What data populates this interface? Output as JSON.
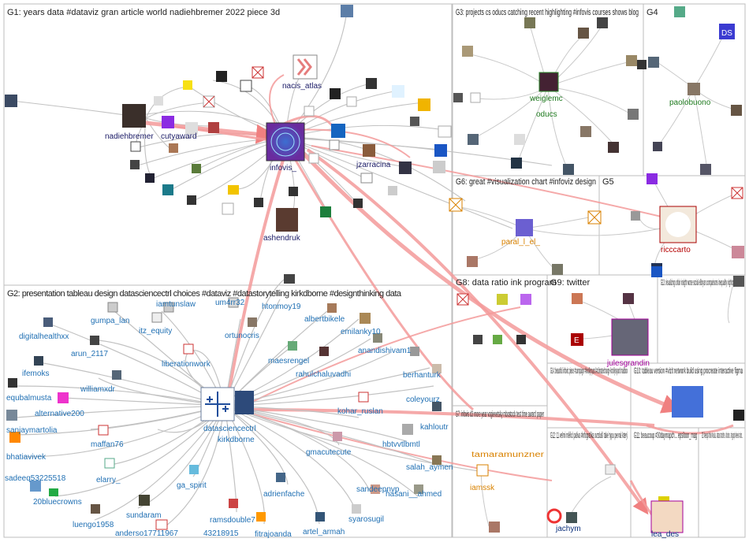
{
  "groups": [
    {
      "id": "G1",
      "header": "G1: years data #dataviz gran article world nadiehbremer 2022 piece 3d"
    },
    {
      "id": "G2",
      "header": "G2: presentation tableau design datasciencectrl choices #dataviz #datastorytelling kirkdborne #designthinking data"
    },
    {
      "id": "G3",
      "header": "G3: projects cs oducs catching recent highlighting #infovis courses shows blog"
    },
    {
      "id": "G4",
      "header": "G4"
    },
    {
      "id": "G5",
      "header": "G5"
    },
    {
      "id": "G6",
      "header": "G6: great #visualization chart #infoviz design"
    },
    {
      "id": "G7",
      "header": "G7: infovis d3 more year vogievetsky mbostock test time award paper"
    },
    {
      "id": "G8",
      "header": "G8: data ratio ink program"
    },
    {
      "id": "G9",
      "header": "G9: twitter"
    },
    {
      "id": "G10",
      "header": "G10: tableau version #vizit network build using procreate interactive figma"
    },
    {
      "id": "G11",
      "header": "G11: beaucoup #30daymapch... epsiloon_mag"
    },
    {
      "id": "G12",
      "header": "G12: 11 velmi měřicí paliva #infografika ovzduší také typu pevná který"
    },
    {
      "id": "G13",
      "header": "G13: visualizing unfair insight worse social elibryan comparisons inequality nightingale make"
    },
    {
      "id": "G14",
      "header": "G14: beautiful infoviz piece #campaign #knollysyard #climatechange knollysyard mailbox"
    },
    {
      "id": "G15",
      "header": "G15: #ieeecga #infovis #visuala... #dataviz #colorthe... #durham... #siggraph #ieeevis #color..."
    }
  ],
  "nodes": {
    "g1": [
      "nadiehbremer",
      "cutyaward",
      "infovis_",
      "nacis_atlas",
      "jzarracina",
      "ashendruk"
    ],
    "g2": [
      "iamtunslaw",
      "um4rr32",
      "htonmoy19",
      "albertbikele",
      "gumpa_lan",
      "itz_equity",
      "ortunocris",
      "emilanky10",
      "digitalhealthxx",
      "arun_2117",
      "anandishivam1",
      "liberationwork",
      "maesrengel",
      "ifemoks",
      "rahulchaluvadhi",
      "berhanturk",
      "williamxdr",
      "equbalmusta",
      "coleyourz",
      "alternative200",
      "kohar_ruslan",
      "sanjaymartolia",
      "maffan76",
      "datasciencectrl",
      "kirkdborne",
      "kahloutr",
      "bhatiavivek",
      "gmacutecute",
      "hbtvvtlbmtl",
      "elarry_",
      "sadeeq53225518",
      "salah_aymen",
      "ga_spirit",
      "20bluecrowns",
      "sandeepnvp",
      "hasani__ahmed",
      "adrienfache",
      "luengo1958",
      "sundaram",
      "syarosugil",
      "ramsdouble7",
      "anderso17711967",
      "fitrajoanda",
      "43218915",
      "artel_armah"
    ],
    "g3": [
      "weiglemc",
      "oducs"
    ],
    "g4": [
      "paolobuono"
    ],
    "g5": [
      "ricccarto"
    ],
    "g6": [
      "paral_l_el_"
    ],
    "g7": [
      "tamaramunzner",
      "iamssk"
    ],
    "g9": [
      "julesgrandin"
    ],
    "g11": [
      "lea_des"
    ],
    "g12": [
      "jachym"
    ]
  }
}
